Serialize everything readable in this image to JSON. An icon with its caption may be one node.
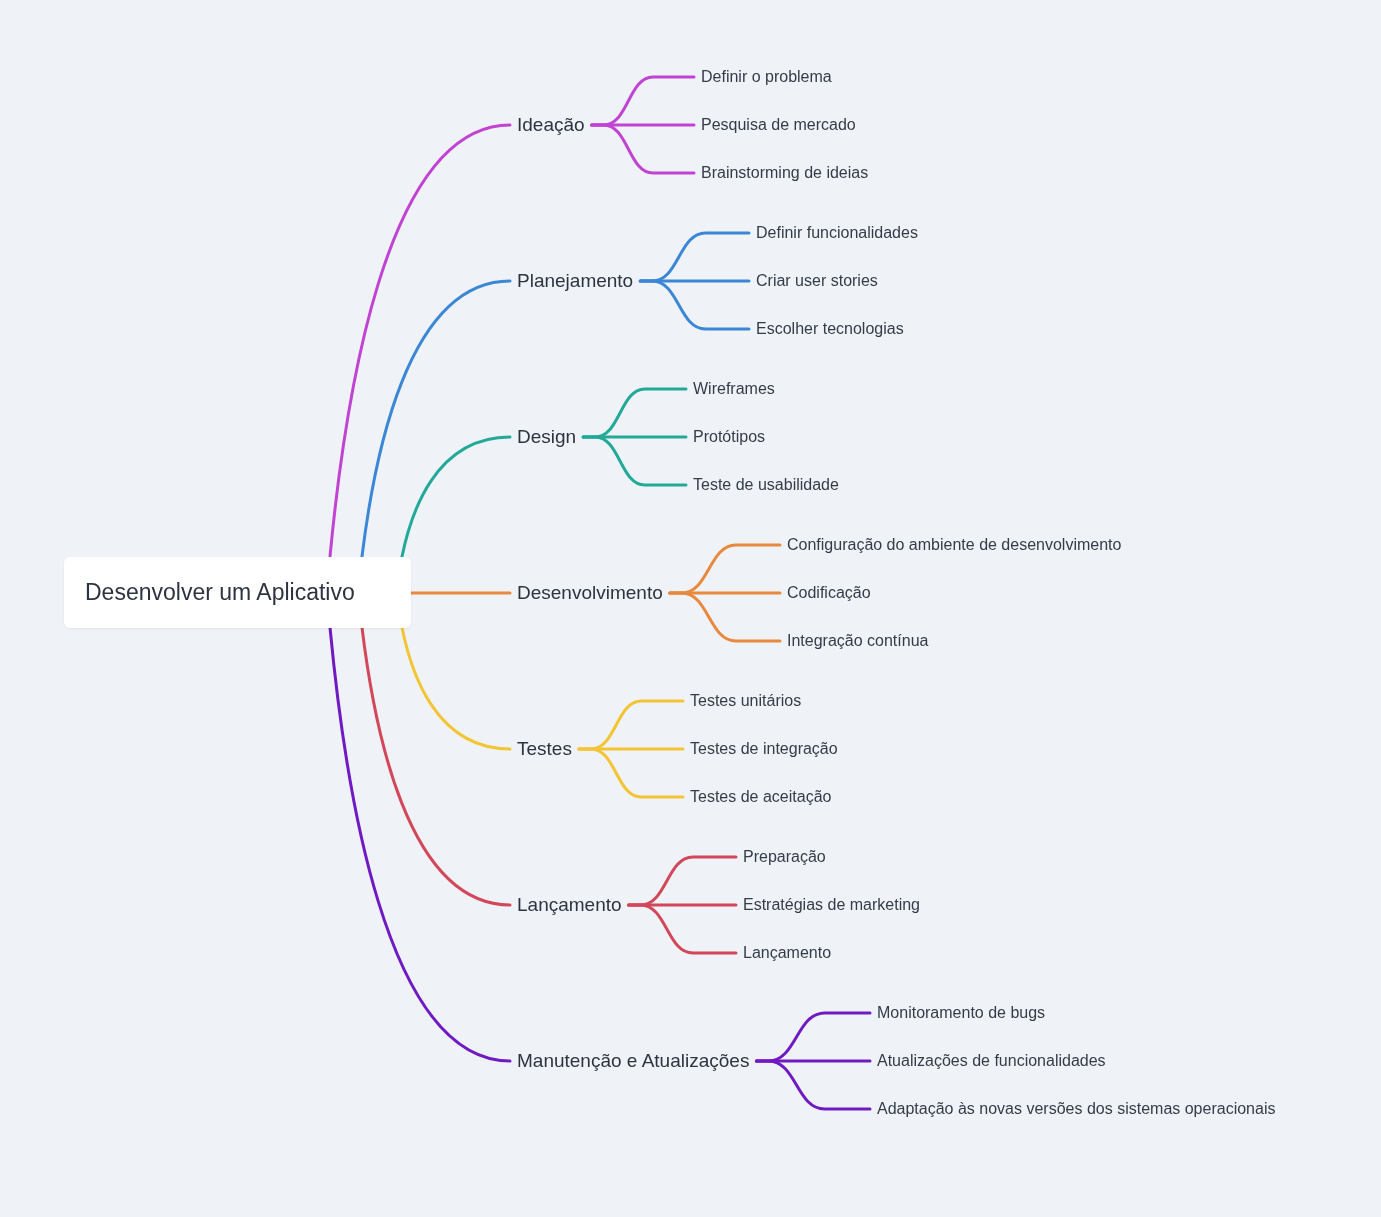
{
  "diagram": {
    "nodes": [
      {
        "text": [
          "Desenvolver um Aplicativo"
        ]
      },
      {
        "text": [
          "Ideação"
        ]
      },
      {
        "text": [
          "Definir o problema"
        ]
      },
      {
        "text": [
          "Pesquisa de mercado"
        ]
      },
      {
        "text": [
          "Brainstorming de ideias"
        ]
      },
      {
        "text": [
          "Planejamento"
        ]
      },
      {
        "text": [
          "Definir funcionalidades"
        ]
      },
      {
        "text": [
          "Criar user stories"
        ]
      },
      {
        "text": [
          "Escolher tecnologias"
        ]
      },
      {
        "text": [
          "Design"
        ]
      },
      {
        "text": [
          "Wireframes"
        ]
      },
      {
        "text": [
          "Protótipos"
        ]
      },
      {
        "text": [
          "Teste de usabilidade"
        ]
      },
      {
        "text": [
          "Desenvolvimento"
        ]
      },
      {
        "text": [
          "Configuração do ambiente de desenvolvimento"
        ]
      },
      {
        "text": [
          "Codificação"
        ]
      },
      {
        "text": [
          "Integração contínua"
        ]
      },
      {
        "text": [
          "Testes"
        ]
      },
      {
        "text": [
          "Testes unitários"
        ]
      },
      {
        "text": [
          "Testes de integração"
        ]
      },
      {
        "text": [
          "Testes de aceitação"
        ]
      },
      {
        "text": [
          "Lançamento"
        ]
      },
      {
        "text": [
          "Preparação"
        ]
      },
      {
        "text": [
          "Estratégias de marketing"
        ]
      },
      {
        "text": [
          "Lançamento"
        ]
      },
      {
        "text": [
          "Manutenção e Atualizações"
        ]
      },
      {
        "text": [
          "Monitoramento de bugs"
        ]
      },
      {
        "text": [
          "Atualizações de funcionalidades"
        ]
      },
      {
        "text": [
          "Adaptação às novas versões dos sistemas operacionais"
        ]
      }
    ],
    "edges": [
      {
        "from": 0,
        "to": 1,
        "arrow": "none",
        "color": "#c043d3"
      },
      {
        "from": 1,
        "to": 2,
        "arrow": "none",
        "color": "#c043d3"
      },
      {
        "from": 1,
        "to": 3,
        "arrow": "none",
        "color": "#c043d3"
      },
      {
        "from": 1,
        "to": 4,
        "arrow": "none",
        "color": "#c043d3"
      },
      {
        "from": 0,
        "to": 5,
        "arrow": "none",
        "color": "#3b87d6"
      },
      {
        "from": 5,
        "to": 6,
        "arrow": "none",
        "color": "#3b87d6"
      },
      {
        "from": 5,
        "to": 7,
        "arrow": "none",
        "color": "#3b87d6"
      },
      {
        "from": 5,
        "to": 8,
        "arrow": "none",
        "color": "#3b87d6"
      },
      {
        "from": 0,
        "to": 9,
        "arrow": "none",
        "color": "#22a998"
      },
      {
        "from": 9,
        "to": 10,
        "arrow": "none",
        "color": "#22a998"
      },
      {
        "from": 9,
        "to": 11,
        "arrow": "none",
        "color": "#22a998"
      },
      {
        "from": 9,
        "to": 12,
        "arrow": "none",
        "color": "#22a998"
      },
      {
        "from": 0,
        "to": 13,
        "arrow": "none",
        "color": "#e8893f"
      },
      {
        "from": 13,
        "to": 14,
        "arrow": "none",
        "color": "#e8893f"
      },
      {
        "from": 13,
        "to": 15,
        "arrow": "none",
        "color": "#e8893f"
      },
      {
        "from": 13,
        "to": 16,
        "arrow": "none",
        "color": "#e8893f"
      },
      {
        "from": 0,
        "to": 17,
        "arrow": "none",
        "color": "#f3c433"
      },
      {
        "from": 17,
        "to": 18,
        "arrow": "none",
        "color": "#f3c433"
      },
      {
        "from": 17,
        "to": 19,
        "arrow": "none",
        "color": "#f3c433"
      },
      {
        "from": 17,
        "to": 20,
        "arrow": "none",
        "color": "#f3c433"
      },
      {
        "from": 0,
        "to": 21,
        "arrow": "none",
        "color": "#d2485a"
      },
      {
        "from": 21,
        "to": 22,
        "arrow": "none",
        "color": "#d2485a"
      },
      {
        "from": 21,
        "to": 23,
        "arrow": "none",
        "color": "#d2485a"
      },
      {
        "from": 21,
        "to": 24,
        "arrow": "none",
        "color": "#d2485a"
      },
      {
        "from": 0,
        "to": 25,
        "arrow": "none",
        "color": "#6f1ac2"
      },
      {
        "from": 25,
        "to": 26,
        "arrow": "none",
        "color": "#6f1ac2"
      },
      {
        "from": 25,
        "to": 27,
        "arrow": "none",
        "color": "#6f1ac2"
      },
      {
        "from": 25,
        "to": 28,
        "arrow": "none",
        "color": "#6f1ac2"
      }
    ]
  }
}
